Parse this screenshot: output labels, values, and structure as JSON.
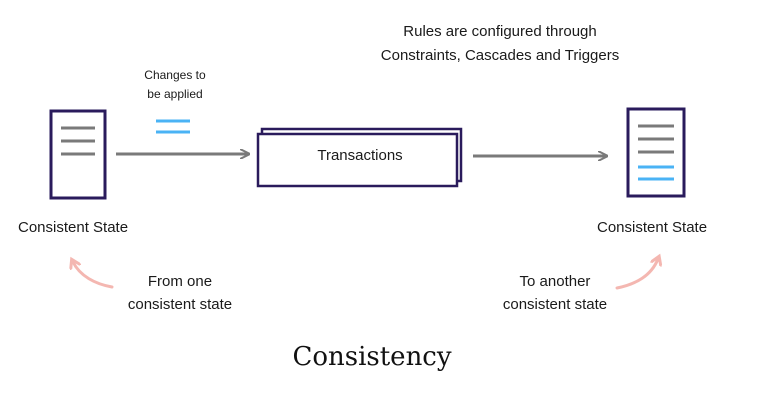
{
  "diagram": {
    "rules_note_line1": "Rules are configured through",
    "rules_note_line2": "Constraints, Cascades and Triggers",
    "changes_label_line1": "Changes to",
    "changes_label_line2": "be applied",
    "transactions_label": "Transactions",
    "left_state_label": "Consistent State",
    "right_state_label": "Consistent State",
    "from_label_line1": "From one",
    "from_label_line2": "consistent state",
    "to_label_line1": "To another",
    "to_label_line2": "consistent state",
    "title": "Consistency"
  },
  "colors": {
    "document_border": "#2a1b5c",
    "gray_line": "#7a7a7a",
    "blue_line": "#4ab3f5",
    "curved_arrow": "#f4b7b1"
  },
  "icons": {
    "left_document": "document-icon",
    "right_document": "document-icon",
    "changes": "pending-changes-icon",
    "left_return": "curved-arrow-icon",
    "right_return": "curved-arrow-icon"
  }
}
